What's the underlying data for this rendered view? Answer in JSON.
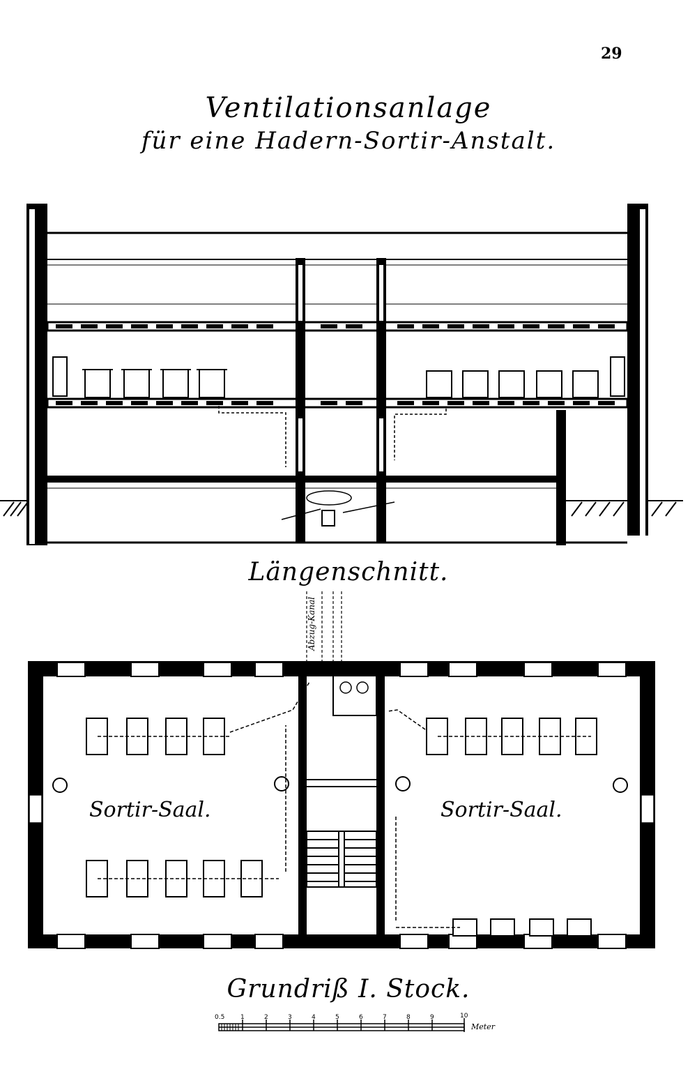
{
  "page_number": "29",
  "title_line1": "Ventilationsanlage",
  "title_line2": "für eine Hadern-Sortir-Anstalt.",
  "section_caption": "Längenschnitt.",
  "plan_caption": "Grundriß I. Stock.",
  "rooms": {
    "left": "Sortir-Saal.",
    "right": "Sortir-Saal."
  },
  "channel_label": "Abzug-Kanal",
  "scale": {
    "ticks": [
      "0.5",
      "1",
      "2",
      "3",
      "4",
      "5",
      "6",
      "7",
      "8",
      "9",
      "10"
    ],
    "unit": "Meter"
  }
}
